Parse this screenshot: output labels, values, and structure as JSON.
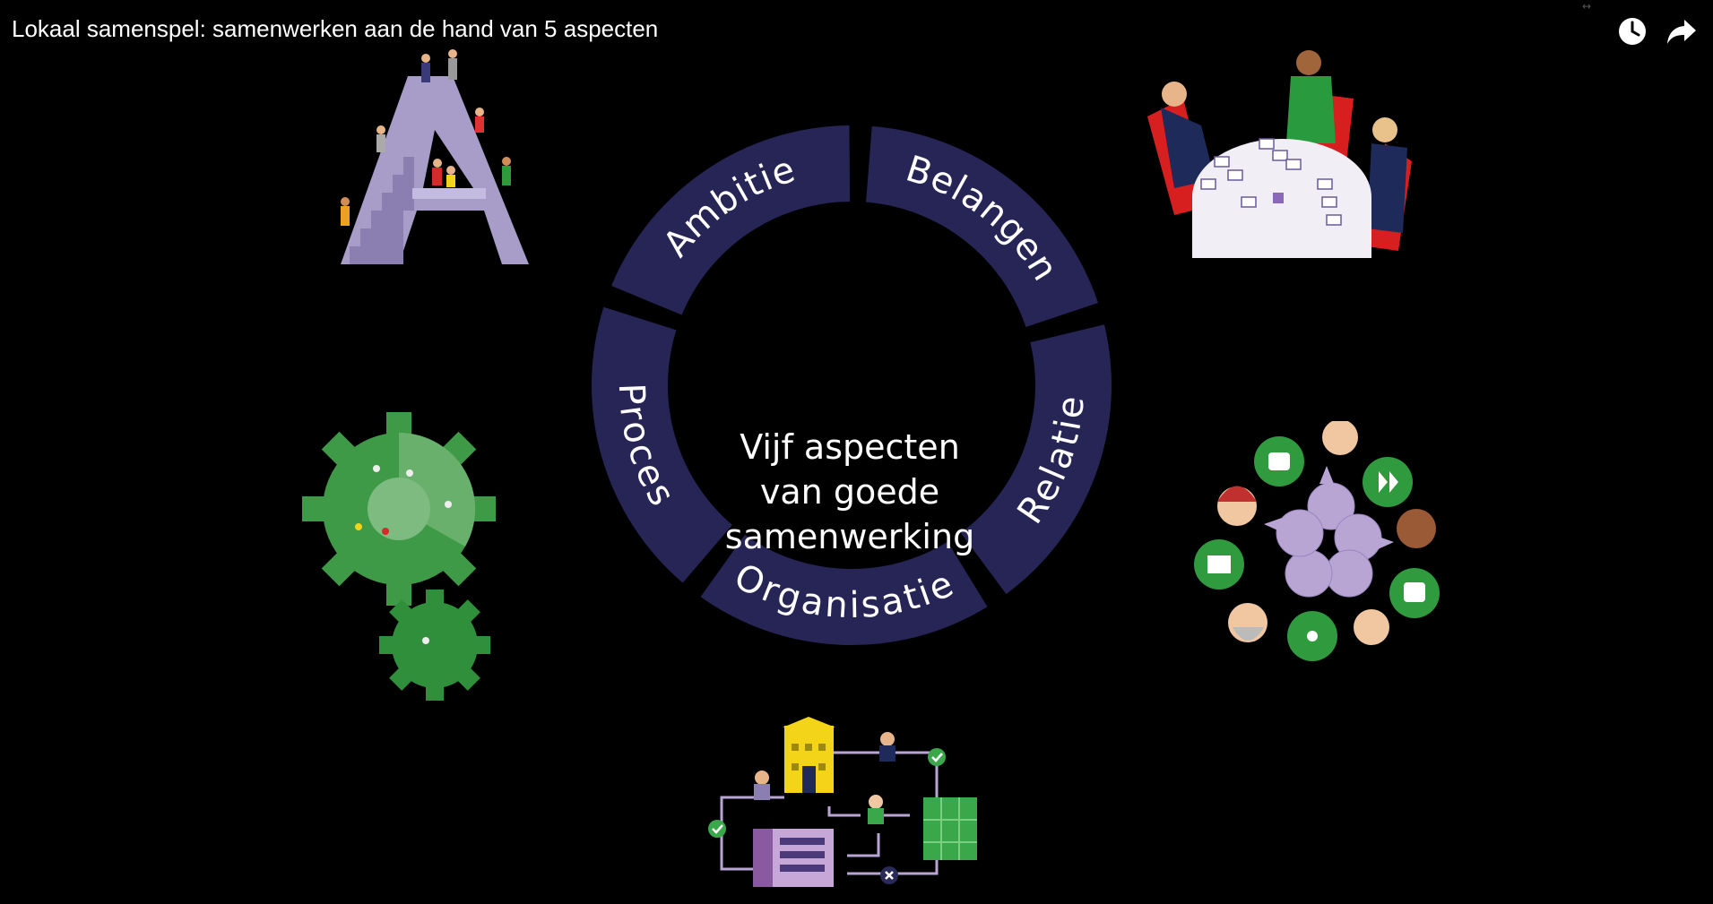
{
  "video": {
    "title": "Lokaal samenspel: samenwerken aan de hand van 5 aspecten",
    "controls": [
      {
        "name": "watch-later-button",
        "icon": "clock-icon"
      },
      {
        "name": "share-button",
        "icon": "share-arrow-icon"
      }
    ]
  },
  "diagram": {
    "center_lines": [
      "Vijf aspecten",
      "van goede",
      "samenwerking"
    ],
    "segments": [
      "Ambitie",
      "Belangen",
      "Relatie",
      "Organisatie",
      "Proces"
    ],
    "colors": {
      "ring": "#272556",
      "text": "#ffffff",
      "background": "#000000"
    }
  },
  "illustrations": [
    {
      "name": "ambitie-illustration",
      "icon": "staircase-letter-a-icon"
    },
    {
      "name": "belangen-illustration",
      "icon": "meeting-table-icon"
    },
    {
      "name": "relatie-illustration",
      "icon": "people-network-icon"
    },
    {
      "name": "organisatie-illustration",
      "icon": "organisation-flow-icon"
    },
    {
      "name": "proces-illustration",
      "icon": "gears-icon"
    }
  ]
}
